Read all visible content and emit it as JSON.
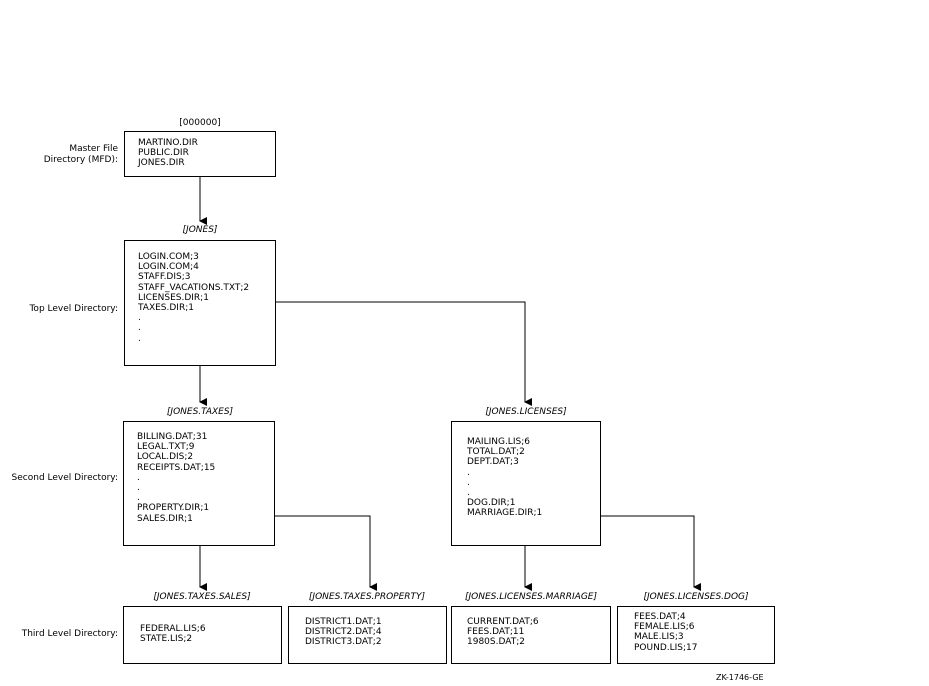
{
  "levels": {
    "mfd": "Master File\nDirectory (MFD):",
    "top": "Top Level Directory:",
    "second": "Second Level Directory:",
    "third": "Third Level Directory:"
  },
  "boxes": {
    "mfd": {
      "title": "[000000]",
      "entries": [
        "MARTINO.DIR",
        "PUBLIC.DIR",
        "JONES.DIR"
      ]
    },
    "jones": {
      "title": "[JONES]",
      "entries": [
        "LOGIN.COM;3",
        "LOGIN.COM;4",
        "STAFF.DIS;3",
        "STAFF_VACATIONS.TXT;2",
        "LICENSES.DIR;1",
        "TAXES.DIR;1",
        ".",
        ".",
        "."
      ]
    },
    "taxes": {
      "title": "[JONES.TAXES]",
      "entries": [
        "BILLING.DAT;31",
        "LEGAL.TXT;9",
        "LOCAL.DIS;2",
        "RECEIPTS.DAT;15",
        ".",
        ".",
        ".",
        "PROPERTY.DIR;1",
        "SALES.DIR;1"
      ]
    },
    "licenses": {
      "title": "[JONES.LICENSES]",
      "entries": [
        "MAILING.LIS;6",
        "TOTAL.DAT;2",
        "DEPT.DAT;3",
        ".",
        ".",
        ".",
        "DOG.DIR;1",
        "MARRIAGE.DIR;1"
      ]
    },
    "sales": {
      "title": "[JONES.TAXES.SALES]",
      "entries": [
        "FEDERAL.LIS;6",
        "STATE.LIS;2"
      ]
    },
    "property": {
      "title": "[JONES.TAXES.PROPERTY]",
      "entries": [
        "DISTRICT1.DAT;1",
        "DISTRICT2.DAT;4",
        "DISTRICT3.DAT;2"
      ]
    },
    "marriage": {
      "title": "[JONES.LICENSES.MARRIAGE]",
      "entries": [
        "CURRENT.DAT;6",
        "FEES.DAT;11",
        "1980S.DAT;2"
      ]
    },
    "dog": {
      "title": "[JONES.LICENSES.DOG]",
      "entries": [
        "FEES.DAT;4",
        "FEMALE.LIS;6",
        "MALE.LIS;3",
        "POUND.LIS;17"
      ]
    }
  },
  "figure_id": "ZK-1746-GE"
}
